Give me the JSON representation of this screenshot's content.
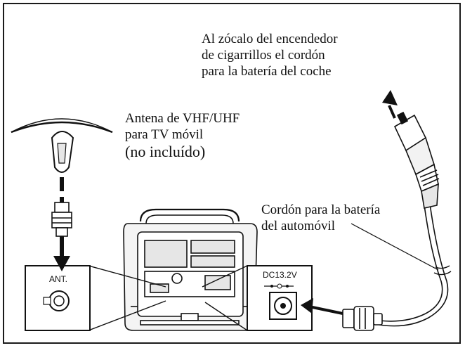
{
  "captions": {
    "cigarette_socket": [
      "Al zócalo del encendedor",
      "de cigarrillos el cordón",
      "para la batería del coche"
    ],
    "antenna": [
      "Antena de VHF/UHF",
      "para TV móvil",
      "(no incluído)"
    ],
    "car_cord": [
      "Cordón para la batería",
      "del automóvil"
    ]
  },
  "panel_labels": {
    "antenna_jack": "ANT.",
    "dc_jack": "DC13.2V"
  },
  "colors": {
    "line": "#111111",
    "panel_fill": "#ffffff",
    "device_shade": "#e6e6e6",
    "gray": "#bdbdbd"
  },
  "icons": {
    "antenna": "antenna-icon",
    "connector": "coax-connector-icon",
    "plug": "cigarette-plug-icon",
    "tv": "portable-tv-back-icon"
  }
}
